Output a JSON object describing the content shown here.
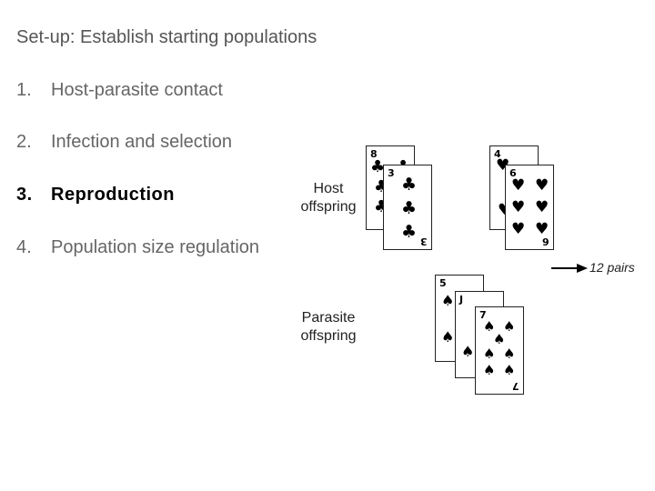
{
  "heading": "Set-up: Establish starting populations",
  "steps": [
    {
      "num": "1.",
      "label": "Host-parasite contact"
    },
    {
      "num": "2.",
      "label": "Infection and selection"
    },
    {
      "num": "3.",
      "label": "Reproduction"
    },
    {
      "num": "4.",
      "label": "Population size regulation"
    }
  ],
  "diagram": {
    "host_label_1": "Host",
    "host_label_2": "offspring",
    "parasite_label_1": "Parasite",
    "parasite_label_2": "offspring",
    "arrow_label": "12 pairs",
    "host_clubs": {
      "back_rank": "8",
      "front_rank": "3",
      "suit": "♣"
    },
    "host_hearts": {
      "back_rank": "4",
      "front_rank": "6",
      "suit": "♥"
    },
    "parasite_spades": {
      "back_rank": "5",
      "middle_rank": "J",
      "front_rank": "7",
      "suit": "♠"
    }
  }
}
